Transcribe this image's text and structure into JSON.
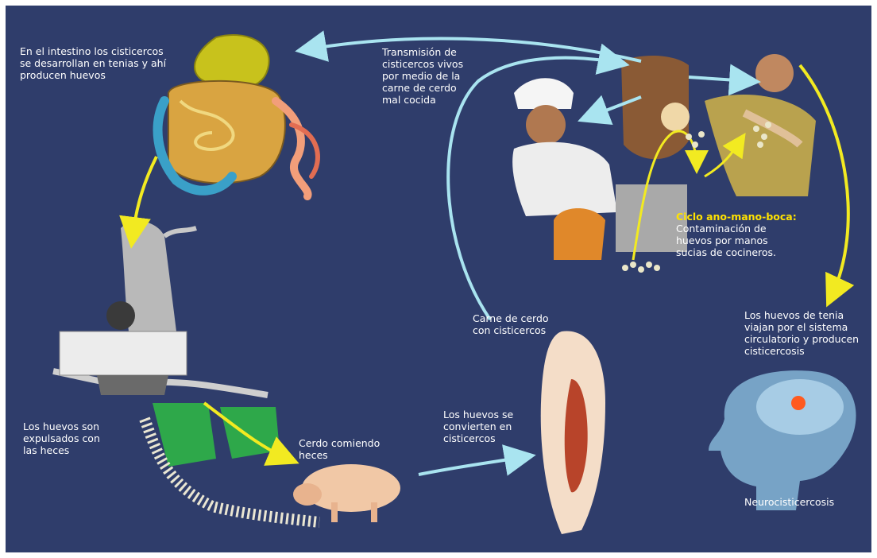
{
  "labels": {
    "intestine": "En el  intestino los cisticercos\nse desarrollan en tenias y ahí\nproducen huevos",
    "transmission": "Transmisión de\ncisticercos vivos\npor medio de la\ncarne de cerdo\nmal cocida",
    "cycle_title": "Ciclo ano-mano-boca:",
    "cycle_body": "Contaminación de\nhuevos por manos\nsucias de cocineros.",
    "eggs_travel": "Los huevos de tenia\nviajan por el sistema\ncirculatorio y producen\ncisticercosis",
    "neuro": "Neurocisticercosis",
    "pork": "Carne de cerdo\ncon cisticercos",
    "eggs_convert": "Los huevos se\nconvierten en\ncisticercos",
    "pig_eating": "Cerdo comiendo\nheces",
    "expelled": "Los huevos son\nexpulsados con\nlas heces"
  },
  "colors": {
    "background": "#2f3d6b",
    "arrow_cyan": "#a9e4f0",
    "arrow_yellow": "#f2ea21",
    "highlight": "#ffe200"
  },
  "icons": [
    "stomach-intestine-illustration",
    "person-defecating-illustration",
    "plants-illustration",
    "pig-illustration",
    "pork-carcass-illustration",
    "brain-head-illustration",
    "cook-illustration",
    "taco-eater-illustration",
    "meat-spit-illustration"
  ]
}
